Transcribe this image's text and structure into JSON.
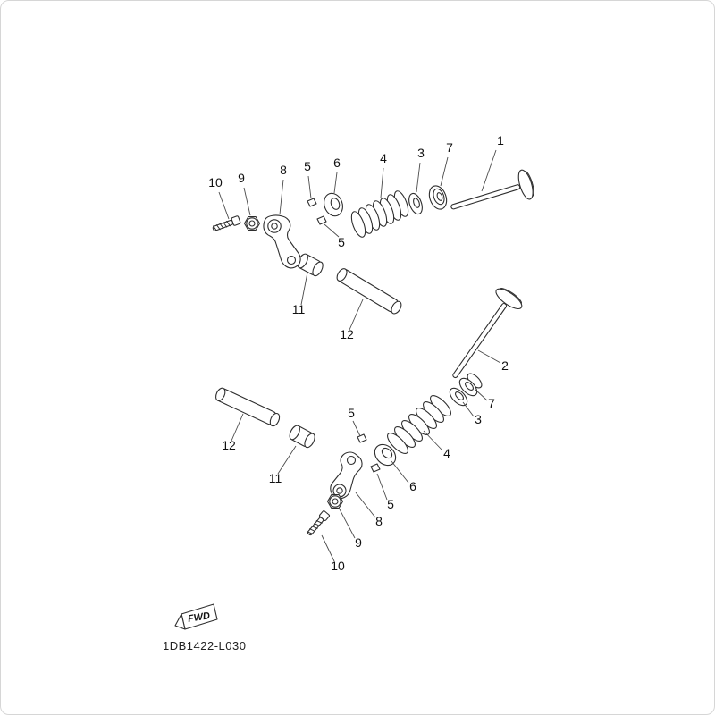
{
  "page": {
    "background_color": "#ffffff",
    "border_color": "#d6d6d6",
    "line_color": "#2e2e2e"
  },
  "diagram": {
    "code": "1DB1422-L030",
    "fwd_label": "FWD",
    "callouts": [
      {
        "label": "10"
      },
      {
        "label": "9"
      },
      {
        "label": "8"
      },
      {
        "label": "5"
      },
      {
        "label": "6"
      },
      {
        "label": "4"
      },
      {
        "label": "3"
      },
      {
        "label": "7"
      },
      {
        "label": "1"
      },
      {
        "label": "5"
      },
      {
        "label": "11"
      },
      {
        "label": "12"
      },
      {
        "label": "2"
      },
      {
        "label": "7"
      },
      {
        "label": "3"
      },
      {
        "label": "4"
      },
      {
        "label": "12"
      },
      {
        "label": "11"
      },
      {
        "label": "5"
      },
      {
        "label": "6"
      },
      {
        "label": "5"
      },
      {
        "label": "8"
      },
      {
        "label": "9"
      },
      {
        "label": "10"
      }
    ]
  }
}
